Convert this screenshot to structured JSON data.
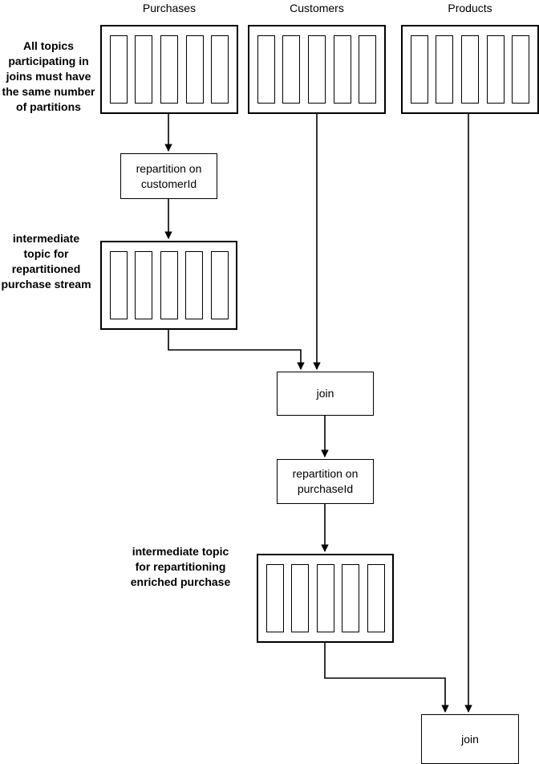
{
  "diagram": {
    "title_topics": [
      {
        "label": "Purchases"
      },
      {
        "label": "Customers"
      },
      {
        "label": "Products"
      }
    ],
    "notes": [
      {
        "text": "All topics participating in joins must have the same number of partitions"
      },
      {
        "text": "intermediate topic for repartitioned purchase stream"
      },
      {
        "text": "intermediate topic for repartitioning enriched purchase"
      }
    ],
    "processes": [
      {
        "label": "repartition on customerId"
      },
      {
        "label": "join"
      },
      {
        "label": "repartition on purchaseId"
      },
      {
        "label": "join"
      }
    ],
    "partition_count": 5,
    "colors": {
      "stroke": "#000000",
      "background": "#ffffff"
    }
  }
}
